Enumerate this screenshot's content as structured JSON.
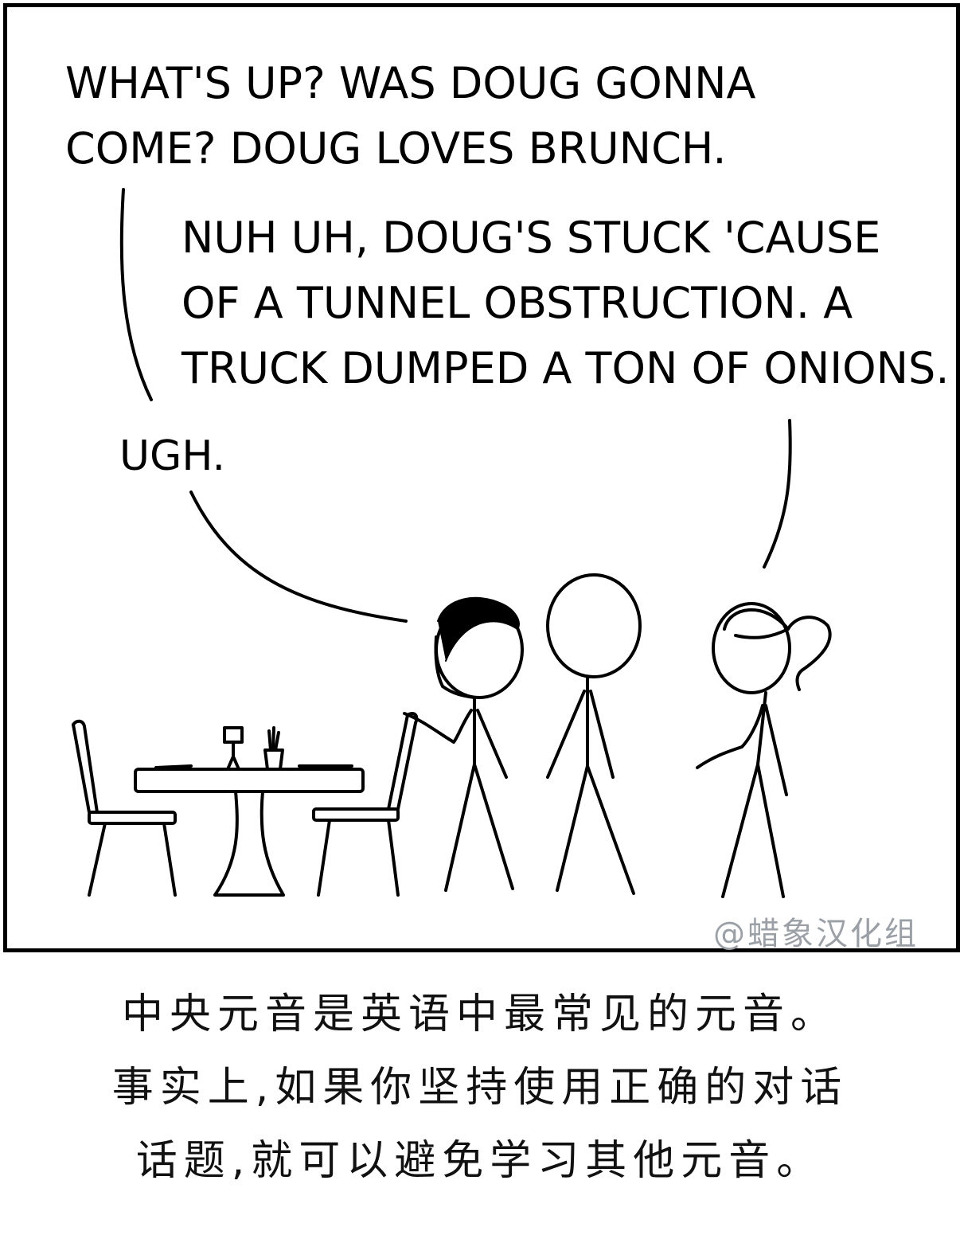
{
  "comic": {
    "speech_1": {
      "lines": [
        "WHAT'S UP? WAS DOUG GONNA",
        "COME? DOUG LOVES BRUNCH."
      ]
    },
    "speech_2": {
      "lines": [
        "NUH UH, DOUG'S STUCK 'CAUSE",
        "OF A TUNNEL OBSTRUCTION. A",
        "TRUCK DUMPED A TON OF ONIONS."
      ]
    },
    "speech_3": {
      "lines": [
        "UGH."
      ]
    },
    "watermark": "@蜡象汉化组"
  },
  "caption": {
    "lines": [
      "中央元音是英语中最常见的元音。",
      "事实上,如果你坚持使用正确的对话",
      "话题,就可以避免学习其他元音。"
    ]
  }
}
